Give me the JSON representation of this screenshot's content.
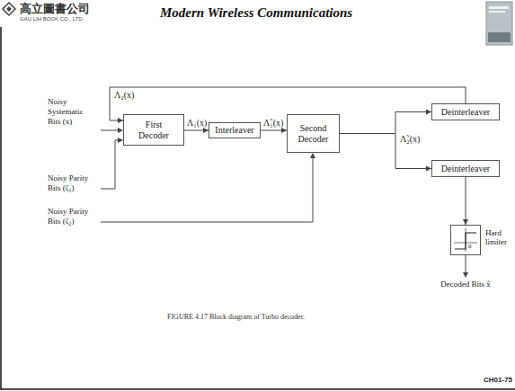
{
  "diagram": {
    "title": "Modern Wireless Communications",
    "caption": "FIGURE 4.17 Block diagram of Turbo decoder.",
    "nodes": [
      {
        "text": [
          "First Decoder"
        ]
      },
      {
        "text": [
          "Interleaver"
        ]
      },
      {
        "text": [
          "Second Decoder"
        ]
      },
      {
        "text": [
          "Deinterleaver"
        ]
      },
      {
        "text": [
          "Deinterleaver"
        ]
      },
      {
        "text": [
          "0",
          "Hard limiter"
        ]
      }
    ],
    "edges": [
      {
        "from": 0,
        "to": 1,
        "label": "Λ₁(x)",
        "arrow": "to"
      },
      {
        "from": 1,
        "to": 2,
        "label": "Λ̃₁(x)",
        "arrow": "to"
      },
      {
        "from": 2,
        "to": 3,
        "arrow": "to"
      },
      {
        "from": 2,
        "to": 4,
        "label": "Λ̃₂(x)",
        "arrow": "to"
      },
      {
        "from": 3,
        "to": 0,
        "label": "Λ₂(x)",
        "arrow": "to"
      },
      {
        "from": 4,
        "to": 5,
        "arrow": "to"
      }
    ],
    "labels": [
      "高立圖書公司",
      "GAU LIH BOOK CO., LTD.",
      "Noisy Systematic Bits (x)",
      "Noisy Parity Bits (ζ₁)",
      "Noisy Parity Bits (ζ₂)",
      "Decoded Bits x̂",
      "CH01-75"
    ]
  }
}
